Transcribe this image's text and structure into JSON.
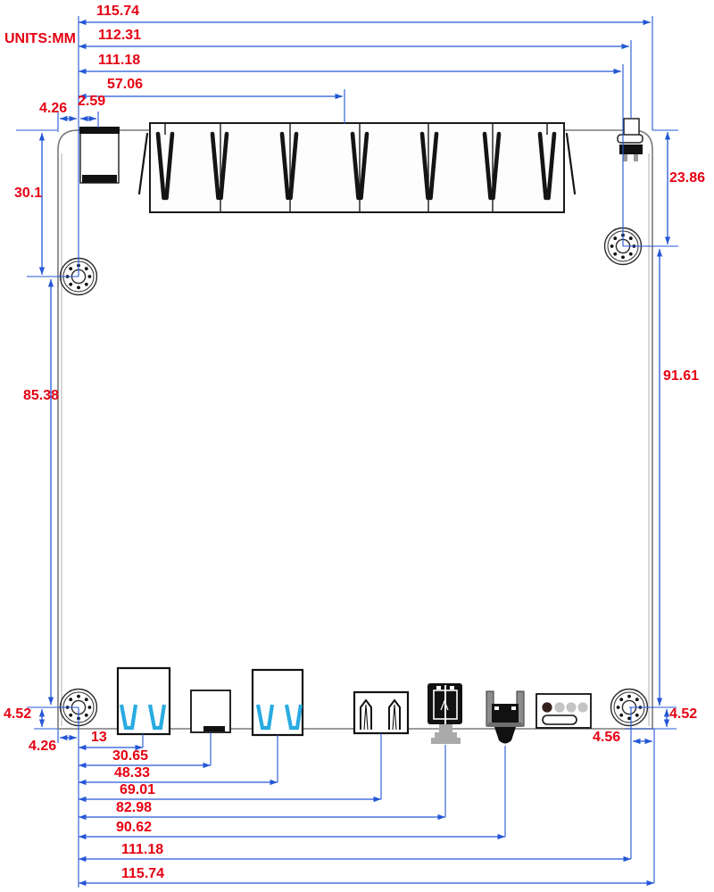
{
  "title": {
    "units": "UNITS:MM"
  },
  "colors": {
    "dimension_blue": "#2457d6",
    "label_red": "#e60012",
    "usb_blue": "#29abe2",
    "board_outline_gray": "#7a7a7a",
    "component_dark": "#111111"
  },
  "dimensions": {
    "top": [
      {
        "name": "board-width-total",
        "value": "115.74"
      },
      {
        "name": "left-hole-to-button",
        "value": "112.31"
      },
      {
        "name": "left-hole-to-right-hole-x",
        "value": "111.18"
      },
      {
        "name": "left-hole-to-lan-block",
        "value": "57.06"
      },
      {
        "name": "edge-to-hole",
        "value": "4.26"
      },
      {
        "name": "hole-to-connector",
        "value": "2.59"
      }
    ],
    "left": [
      {
        "name": "top-edge-to-hole",
        "value": "30.1"
      },
      {
        "name": "hole-to-hole-vertical",
        "value": "85.38"
      },
      {
        "name": "hole-to-bottom-edge",
        "value": "4.52"
      },
      {
        "name": "edge-to-hole-bottom",
        "value": "4.26"
      }
    ],
    "right": [
      {
        "name": "top-edge-to-hole",
        "value": "23.86"
      },
      {
        "name": "hole-to-hole-vertical",
        "value": "91.61"
      },
      {
        "name": "hole-to-bottom-edge",
        "value": "4.52"
      },
      {
        "name": "hole-to-edge",
        "value": "4.56"
      }
    ],
    "bottom": [
      {
        "name": "hole-to-usb3-port-1",
        "value": "13"
      },
      {
        "name": "hole-to-rj45-port",
        "value": "30.65"
      },
      {
        "name": "hole-to-usb3-port-2",
        "value": "48.33"
      },
      {
        "name": "hole-to-usb2-port",
        "value": "69.01"
      },
      {
        "name": "hole-to-power-header",
        "value": "82.98"
      },
      {
        "name": "hole-to-dc-jack",
        "value": "90.62"
      },
      {
        "name": "hole-to-right-hole",
        "value": "111.18"
      },
      {
        "name": "hole-to-right-edge",
        "value": "115.74"
      }
    ]
  },
  "components": [
    "dc-power-connector-top",
    "six-port-rj45-lan-block",
    "push-button-top-right",
    "usb3-dual-port-1",
    "rj45-single-port",
    "usb3-dual-port-2",
    "usb2-dual-port",
    "power-header",
    "dc-barrel-jack",
    "led-indicator-block",
    "mounting-hole"
  ]
}
